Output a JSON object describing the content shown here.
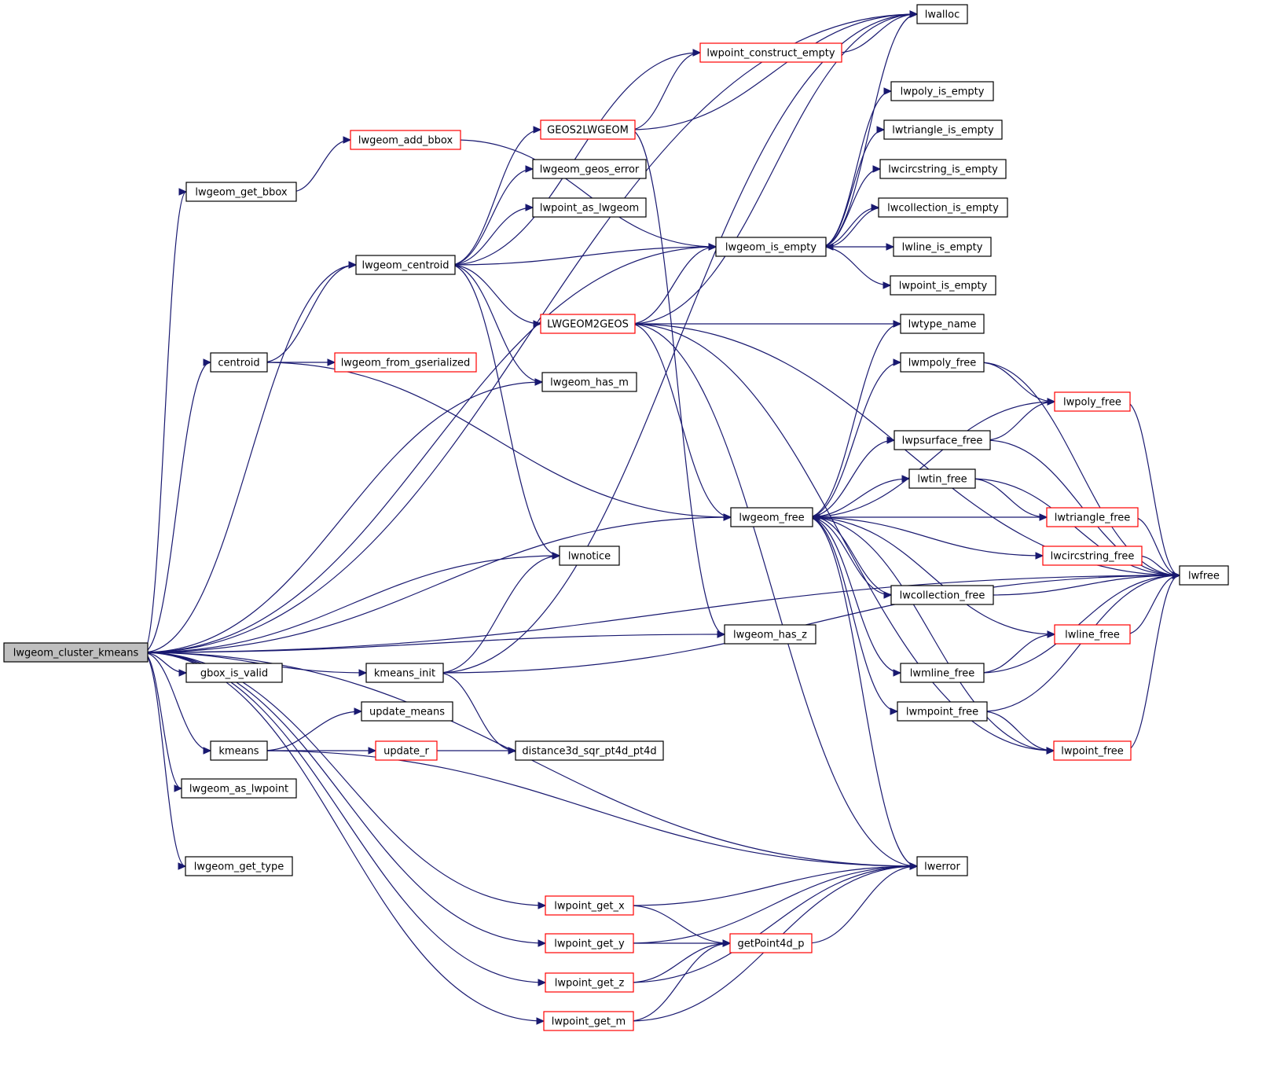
{
  "diagram": {
    "nodes": [
      {
        "id": "root",
        "label": "lwgeom_cluster_kmeans",
        "style": "root"
      },
      {
        "id": "lwgeom_get_bbox",
        "label": "lwgeom_get_bbox",
        "style": "black"
      },
      {
        "id": "lwgeom_add_bbox",
        "label": "lwgeom_add_bbox",
        "style": "red"
      },
      {
        "id": "lwgeom_centroid",
        "label": "lwgeom_centroid",
        "style": "black"
      },
      {
        "id": "centroid",
        "label": "centroid",
        "style": "black"
      },
      {
        "id": "lwgeom_from_gserialized",
        "label": "lwgeom_from_gserialized",
        "style": "red"
      },
      {
        "id": "gbox_is_valid",
        "label": "gbox_is_valid",
        "style": "black"
      },
      {
        "id": "kmeans_init",
        "label": "kmeans_init",
        "style": "black"
      },
      {
        "id": "kmeans",
        "label": "kmeans",
        "style": "black"
      },
      {
        "id": "update_means",
        "label": "update_means",
        "style": "black"
      },
      {
        "id": "update_r",
        "label": "update_r",
        "style": "red"
      },
      {
        "id": "distance3d_sqr_pt4d_pt4d",
        "label": "distance3d_sqr_pt4d_pt4d",
        "style": "black"
      },
      {
        "id": "lwgeom_as_lwpoint",
        "label": "lwgeom_as_lwpoint",
        "style": "black"
      },
      {
        "id": "lwgeom_get_type",
        "label": "lwgeom_get_type",
        "style": "black"
      },
      {
        "id": "lwpoint_get_x",
        "label": "lwpoint_get_x",
        "style": "red"
      },
      {
        "id": "lwpoint_get_y",
        "label": "lwpoint_get_y",
        "style": "red"
      },
      {
        "id": "lwpoint_get_z",
        "label": "lwpoint_get_z",
        "style": "red"
      },
      {
        "id": "lwpoint_get_m",
        "label": "lwpoint_get_m",
        "style": "red"
      },
      {
        "id": "getPoint4d_p",
        "label": "getPoint4d_p",
        "style": "red"
      },
      {
        "id": "lwerror",
        "label": "lwerror",
        "style": "black"
      },
      {
        "id": "lwpoint_construct_empty",
        "label": "lwpoint_construct_empty",
        "style": "red"
      },
      {
        "id": "GEOS2LWGEOM",
        "label": "GEOS2LWGEOM",
        "style": "red"
      },
      {
        "id": "lwgeom_geos_error",
        "label": "lwgeom_geos_error",
        "style": "black"
      },
      {
        "id": "lwpoint_as_lwgeom",
        "label": "lwpoint_as_lwgeom",
        "style": "black"
      },
      {
        "id": "LWGEOM2GEOS",
        "label": "LWGEOM2GEOS",
        "style": "red"
      },
      {
        "id": "lwgeom_has_m",
        "label": "lwgeom_has_m",
        "style": "black"
      },
      {
        "id": "lwnotice",
        "label": "lwnotice",
        "style": "black"
      },
      {
        "id": "lwgeom_has_z",
        "label": "lwgeom_has_z",
        "style": "black"
      },
      {
        "id": "lwgeom_is_empty",
        "label": "lwgeom_is_empty",
        "style": "black"
      },
      {
        "id": "lwgeom_free",
        "label": "lwgeom_free",
        "style": "black"
      },
      {
        "id": "lwalloc",
        "label": "lwalloc",
        "style": "black"
      },
      {
        "id": "lwpoly_is_empty",
        "label": "lwpoly_is_empty",
        "style": "black"
      },
      {
        "id": "lwtriangle_is_empty",
        "label": "lwtriangle_is_empty",
        "style": "black"
      },
      {
        "id": "lwcircstring_is_empty",
        "label": "lwcircstring_is_empty",
        "style": "black"
      },
      {
        "id": "lwcollection_is_empty",
        "label": "lwcollection_is_empty",
        "style": "black"
      },
      {
        "id": "lwline_is_empty",
        "label": "lwline_is_empty",
        "style": "black"
      },
      {
        "id": "lwpoint_is_empty",
        "label": "lwpoint_is_empty",
        "style": "black"
      },
      {
        "id": "lwtype_name",
        "label": "lwtype_name",
        "style": "black"
      },
      {
        "id": "lwmpoly_free",
        "label": "lwmpoly_free",
        "style": "black"
      },
      {
        "id": "lwpoly_free",
        "label": "lwpoly_free",
        "style": "red"
      },
      {
        "id": "lwpsurface_free",
        "label": "lwpsurface_free",
        "style": "black"
      },
      {
        "id": "lwtin_free",
        "label": "lwtin_free",
        "style": "black"
      },
      {
        "id": "lwtriangle_free",
        "label": "lwtriangle_free",
        "style": "red"
      },
      {
        "id": "lwcircstring_free",
        "label": "lwcircstring_free",
        "style": "red"
      },
      {
        "id": "lwcollection_free",
        "label": "lwcollection_free",
        "style": "black"
      },
      {
        "id": "lwline_free",
        "label": "lwline_free",
        "style": "red"
      },
      {
        "id": "lwmline_free",
        "label": "lwmline_free",
        "style": "black"
      },
      {
        "id": "lwmpoint_free",
        "label": "lwmpoint_free",
        "style": "black"
      },
      {
        "id": "lwpoint_free",
        "label": "lwpoint_free",
        "style": "red"
      },
      {
        "id": "lwfree",
        "label": "lwfree",
        "style": "black"
      }
    ],
    "edges": [
      [
        "root",
        "lwalloc"
      ],
      [
        "root",
        "lwgeom_get_bbox"
      ],
      [
        "root",
        "lwgeom_centroid"
      ],
      [
        "root",
        "centroid"
      ],
      [
        "root",
        "lwgeom_has_m"
      ],
      [
        "root",
        "lwgeom_is_empty"
      ],
      [
        "root",
        "lwgeom_free"
      ],
      [
        "root",
        "lwnotice"
      ],
      [
        "root",
        "lwgeom_has_z"
      ],
      [
        "root",
        "lwfree"
      ],
      [
        "root",
        "gbox_is_valid"
      ],
      [
        "root",
        "kmeans_init"
      ],
      [
        "root",
        "kmeans"
      ],
      [
        "root",
        "lwgeom_as_lwpoint"
      ],
      [
        "root",
        "lwerror"
      ],
      [
        "root",
        "lwgeom_get_type"
      ],
      [
        "root",
        "lwpoint_get_x"
      ],
      [
        "root",
        "lwpoint_get_y"
      ],
      [
        "root",
        "lwpoint_get_z"
      ],
      [
        "root",
        "lwpoint_get_m"
      ],
      [
        "lwgeom_get_bbox",
        "lwgeom_add_bbox"
      ],
      [
        "lwgeom_add_bbox",
        "lwgeom_is_empty"
      ],
      [
        "lwgeom_centroid",
        "lwpoint_construct_empty"
      ],
      [
        "lwgeom_centroid",
        "GEOS2LWGEOM"
      ],
      [
        "lwgeom_centroid",
        "lwgeom_geos_error"
      ],
      [
        "lwgeom_centroid",
        "lwpoint_as_lwgeom"
      ],
      [
        "lwgeom_centroid",
        "lwgeom_is_empty"
      ],
      [
        "lwgeom_centroid",
        "LWGEOM2GEOS"
      ],
      [
        "lwgeom_centroid",
        "lwgeom_has_m"
      ],
      [
        "lwgeom_centroid",
        "lwnotice"
      ],
      [
        "centroid",
        "lwgeom_centroid"
      ],
      [
        "centroid",
        "lwgeom_from_gserialized"
      ],
      [
        "centroid",
        "lwgeom_free"
      ],
      [
        "kmeans_init",
        "lwalloc"
      ],
      [
        "kmeans_init",
        "lwnotice"
      ],
      [
        "kmeans_init",
        "distance3d_sqr_pt4d_pt4d"
      ],
      [
        "kmeans_init",
        "lwfree"
      ],
      [
        "kmeans",
        "update_means"
      ],
      [
        "kmeans",
        "update_r"
      ],
      [
        "kmeans",
        "lwerror"
      ],
      [
        "update_r",
        "distance3d_sqr_pt4d_pt4d"
      ],
      [
        "lwpoint_construct_empty",
        "lwalloc"
      ],
      [
        "GEOS2LWGEOM",
        "lwpoint_construct_empty"
      ],
      [
        "GEOS2LWGEOM",
        "lwalloc"
      ],
      [
        "GEOS2LWGEOM",
        "lwgeom_has_z"
      ],
      [
        "LWGEOM2GEOS",
        "lwgeom_is_empty"
      ],
      [
        "LWGEOM2GEOS",
        "lwalloc"
      ],
      [
        "LWGEOM2GEOS",
        "lwfree"
      ],
      [
        "LWGEOM2GEOS",
        "lwtype_name"
      ],
      [
        "LWGEOM2GEOS",
        "lwgeom_free"
      ],
      [
        "LWGEOM2GEOS",
        "lwerror"
      ],
      [
        "LWGEOM2GEOS",
        "lwpoint_free"
      ],
      [
        "lwgeom_is_empty",
        "lwalloc"
      ],
      [
        "lwgeom_is_empty",
        "lwpoly_is_empty"
      ],
      [
        "lwgeom_is_empty",
        "lwtriangle_is_empty"
      ],
      [
        "lwgeom_is_empty",
        "lwcircstring_is_empty"
      ],
      [
        "lwgeom_is_empty",
        "lwcollection_is_empty"
      ],
      [
        "lwgeom_is_empty",
        "lwline_is_empty"
      ],
      [
        "lwgeom_is_empty",
        "lwpoint_is_empty"
      ],
      [
        "lwcollection_is_empty",
        "lwgeom_is_empty"
      ],
      [
        "lwgeom_free",
        "lwtype_name"
      ],
      [
        "lwgeom_free",
        "lwmpoly_free"
      ],
      [
        "lwgeom_free",
        "lwpoly_free"
      ],
      [
        "lwgeom_free",
        "lwpsurface_free"
      ],
      [
        "lwgeom_free",
        "lwtin_free"
      ],
      [
        "lwgeom_free",
        "lwtriangle_free"
      ],
      [
        "lwgeom_free",
        "lwcircstring_free"
      ],
      [
        "lwgeom_free",
        "lwcollection_free"
      ],
      [
        "lwgeom_free",
        "lwline_free"
      ],
      [
        "lwgeom_free",
        "lwmline_free"
      ],
      [
        "lwgeom_free",
        "lwmpoint_free"
      ],
      [
        "lwgeom_free",
        "lwpoint_free"
      ],
      [
        "lwgeom_free",
        "lwerror"
      ],
      [
        "lwmpoly_free",
        "lwpoly_free"
      ],
      [
        "lwmpoly_free",
        "lwfree"
      ],
      [
        "lwpoly_free",
        "lwfree"
      ],
      [
        "lwpsurface_free",
        "lwpoly_free"
      ],
      [
        "lwpsurface_free",
        "lwfree"
      ],
      [
        "lwtin_free",
        "lwtriangle_free"
      ],
      [
        "lwtin_free",
        "lwfree"
      ],
      [
        "lwtriangle_free",
        "lwfree"
      ],
      [
        "lwcircstring_free",
        "lwfree"
      ],
      [
        "lwcollection_free",
        "lwgeom_free"
      ],
      [
        "lwcollection_free",
        "lwfree"
      ],
      [
        "lwline_free",
        "lwfree"
      ],
      [
        "lwmline_free",
        "lwline_free"
      ],
      [
        "lwmline_free",
        "lwfree"
      ],
      [
        "lwmpoint_free",
        "lwpoint_free"
      ],
      [
        "lwmpoint_free",
        "lwfree"
      ],
      [
        "lwpoint_free",
        "lwfree"
      ],
      [
        "lwpoint_get_x",
        "lwerror"
      ],
      [
        "lwpoint_get_x",
        "getPoint4d_p"
      ],
      [
        "lwpoint_get_y",
        "lwerror"
      ],
      [
        "lwpoint_get_y",
        "getPoint4d_p"
      ],
      [
        "lwpoint_get_z",
        "getPoint4d_p"
      ],
      [
        "lwpoint_get_z",
        "lwerror"
      ],
      [
        "lwpoint_get_m",
        "getPoint4d_p"
      ],
      [
        "lwpoint_get_m",
        "lwerror"
      ],
      [
        "getPoint4d_p",
        "lwerror"
      ]
    ]
  }
}
